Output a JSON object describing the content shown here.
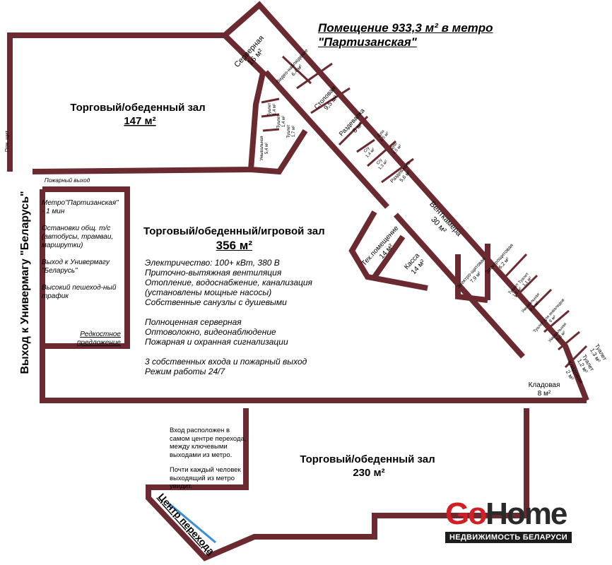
{
  "title": {
    "line1": "Помещение 933,3 м² в метро",
    "line2": "\"Партизанская\""
  },
  "halls": {
    "hall_top": {
      "name": "Торговый/обеденный зал",
      "area": "147 м²"
    },
    "hall_main": {
      "name": "Торговый/обеденный/игровой зал",
      "area": "356 м²"
    },
    "hall_bottom": {
      "name": "Торговый/обеденный зал",
      "area": "230 м²"
    }
  },
  "rooms": {
    "server": {
      "name": "Серверная",
      "area": "16 м²"
    },
    "video": {
      "name": "Видео-наблюдение",
      "area": "6,4 м²"
    },
    "canteen": {
      "name": "Столовая",
      "area": "9,5 м²"
    },
    "locker1": {
      "name": "Раздевалка",
      "area": "8 м²"
    },
    "shower1": {
      "name": "Душ",
      "area": "1,5 м²"
    },
    "shower2": {
      "name": "Душ",
      "area": "1,5 м²"
    },
    "wc1": {
      "name": "С/у",
      "area": "1,4 м²"
    },
    "wc2": {
      "name": "С/у",
      "area": "1,3 м²"
    },
    "locker2": {
      "name": "Раздевалка",
      "area": "5,6 м²"
    },
    "vent": {
      "name": "Венткамера",
      "area": "30 м²"
    },
    "tech": {
      "name": "Тех.помещение",
      "area": "14 м²"
    },
    "cashier": {
      "name": "Касса",
      "area": "14 м²"
    },
    "elec_panel": {
      "name": "Электро-щитовая",
      "area": "7,9 м²"
    },
    "elec_panel2": {
      "name": "Электрощитовая",
      "area": "6,2 м²"
    },
    "toilet_a": {
      "name": "Туалет",
      "area": "1,1 м²"
    },
    "toilet_b": {
      "name": "Туалет",
      "area": "1,1 м²"
    },
    "sink1": {
      "name": "Умывальная",
      "area": "8,8 м²"
    },
    "toilet_dis": {
      "name": "Туалет для инвалидов",
      "area": "6 м²"
    },
    "sink2": {
      "name": "Умывальная",
      "area": "5,6 м²"
    },
    "toilet_c": {
      "name": "Туалет",
      "area": "1,3 м²"
    },
    "toilet_d": {
      "name": "Туалет",
      "area": "1,2 м²"
    },
    "storage1": {
      "name": "Кладовая",
      "area": "8 м²"
    },
    "storage2": {
      "name": "Кладовая",
      "area": "2 м²"
    },
    "wc_top1": {
      "name": "Туалет",
      "area": "1,4 м²"
    },
    "wc_top2": {
      "name": "Туалет",
      "area": "1,4 м²"
    },
    "wc_top3": {
      "name": "Туалет",
      "area": "1,7 м²"
    },
    "sink_top": {
      "name": "Умывальная",
      "area": "5,4 м²"
    },
    "panel": {
      "name": "Пож. щит"
    }
  },
  "labels": {
    "fire_exit": "Пожарный выход",
    "exit_univermag": "Выход к Универмагу \"Беларусь\"",
    "center": "Центр перехода"
  },
  "notes": [
    "Метро\"Партизанская\" - 1 мин",
    "Остановки общ. т/с (автобусы, трамваи, маршрутки)",
    "Выход к Универмагу \"Беларусь\"",
    "Высокий пешеход-ный трафик",
    "Редкостное предложение"
  ],
  "features": {
    "block1": [
      "Электричество: 100+ кВт, 380 В",
      "Приточно-вытяжная вентиляция",
      "Отопление, водоснабжение, канализация",
      "(установлены мощные насосы)",
      "Собственные санузлы с душевыми"
    ],
    "block2": [
      "Полноценная серверная",
      "Оптоволокно, видеонаблюдение",
      "Пожарная и охранная сигнализации"
    ],
    "block3": [
      "3 собственных входа и пожарный выход",
      "Режим работы 24/7"
    ]
  },
  "entrance_note": [
    "Вход расположен в самом центре перехода, между ключевыми выходами из метро.",
    "Почти каждый человек выходящий из метро увидит."
  ],
  "logo": {
    "go": "Go",
    "home": "Home",
    "tagline": "НЕДВИЖИМОСТЬ БЕЛАРУСИ"
  },
  "colors": {
    "wall": "#6b2a30",
    "glass": "#3a8fd0",
    "brand_red": "#d21f26"
  }
}
